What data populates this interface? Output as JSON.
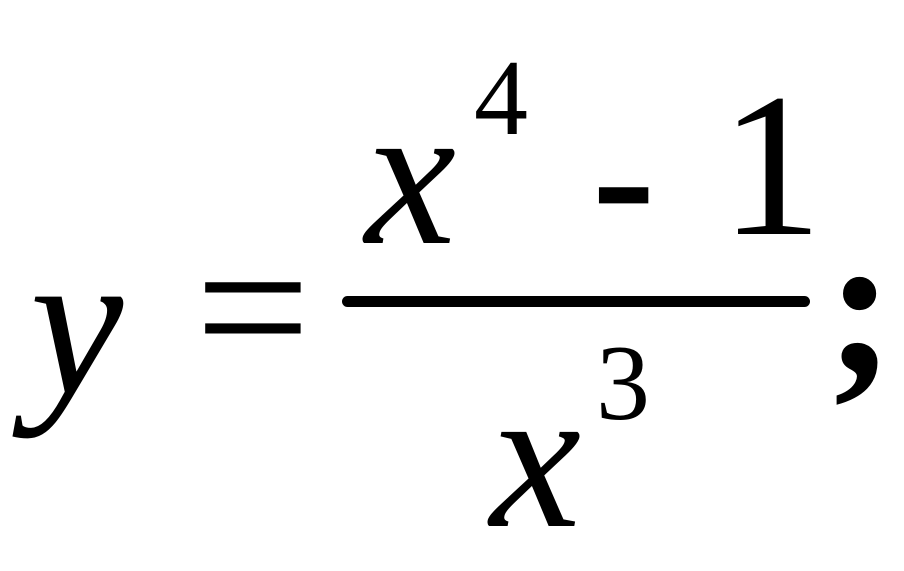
{
  "formula": {
    "lhs": "y",
    "equals": "=",
    "numerator": {
      "base": "x",
      "exponent": "4",
      "operator": "-",
      "constant": "1"
    },
    "denominator": {
      "base": "x",
      "exponent": "3"
    },
    "terminator": ";"
  }
}
